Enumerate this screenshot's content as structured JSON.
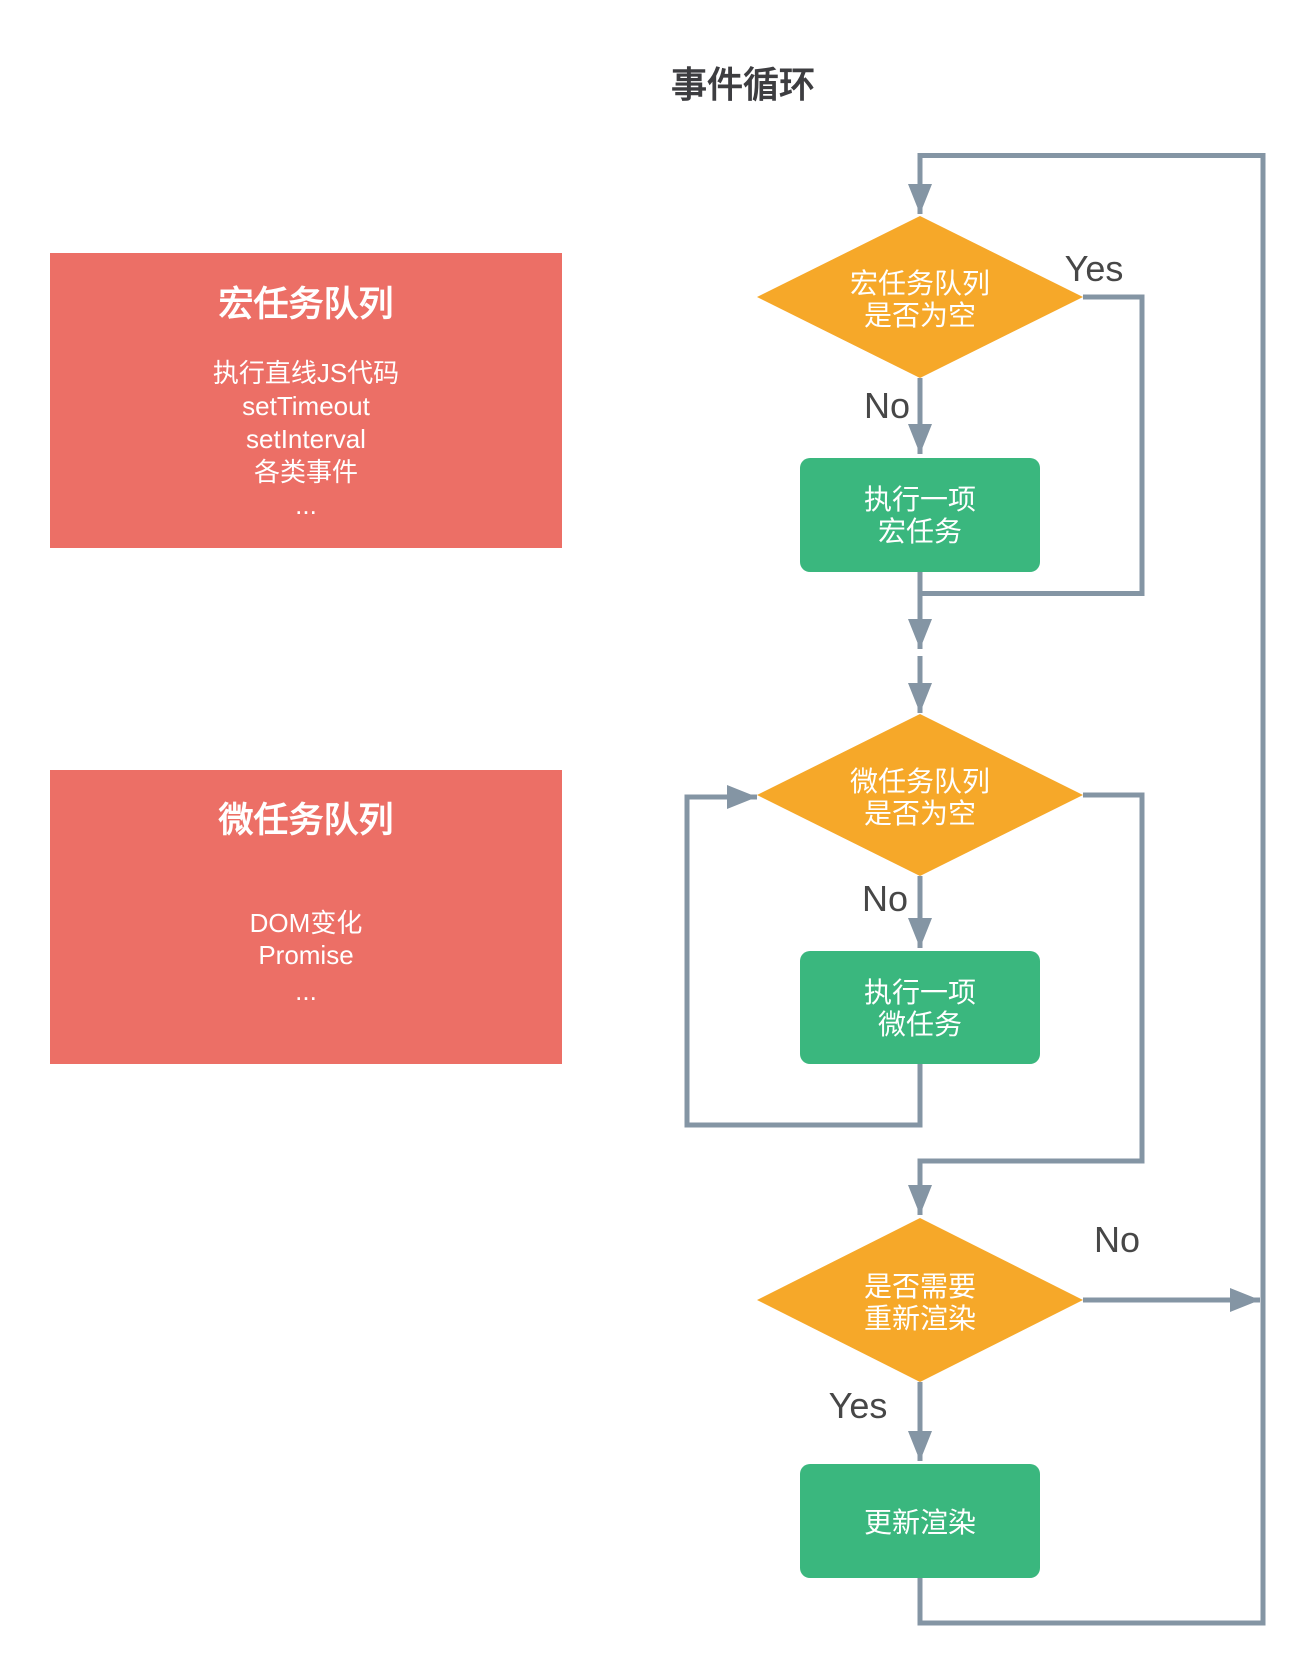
{
  "title": "事件循环",
  "colors": {
    "red": "#EC6F66",
    "orange": "#F6A829",
    "green": "#3AB77E",
    "line": "#8495A4",
    "label_text": "#474747",
    "title_text": "#3D3D40",
    "node_text": "#FFFFFF",
    "background": "#FFFFFF"
  },
  "queues": {
    "macro": {
      "title": "宏任务队列",
      "items": [
        "执行直线JS代码",
        "setTimeout",
        "setInterval",
        "各类事件",
        "..."
      ]
    },
    "micro": {
      "title": "微任务队列",
      "items": [
        "DOM变化",
        "Promise",
        "..."
      ]
    }
  },
  "flow": {
    "d1": {
      "line1": "宏任务队列",
      "line2": "是否为空",
      "yes": "Yes",
      "no": "No"
    },
    "b1": {
      "line1": "执行一项",
      "line2": "宏任务"
    },
    "d2": {
      "line1": "微任务队列",
      "line2": "是否为空",
      "no": "No"
    },
    "b2": {
      "line1": "执行一项",
      "line2": "微任务"
    },
    "d3": {
      "line1": "是否需要",
      "line2": "重新渲染",
      "no": "No",
      "yes": "Yes"
    },
    "b3": {
      "line1": "更新渲染"
    }
  }
}
